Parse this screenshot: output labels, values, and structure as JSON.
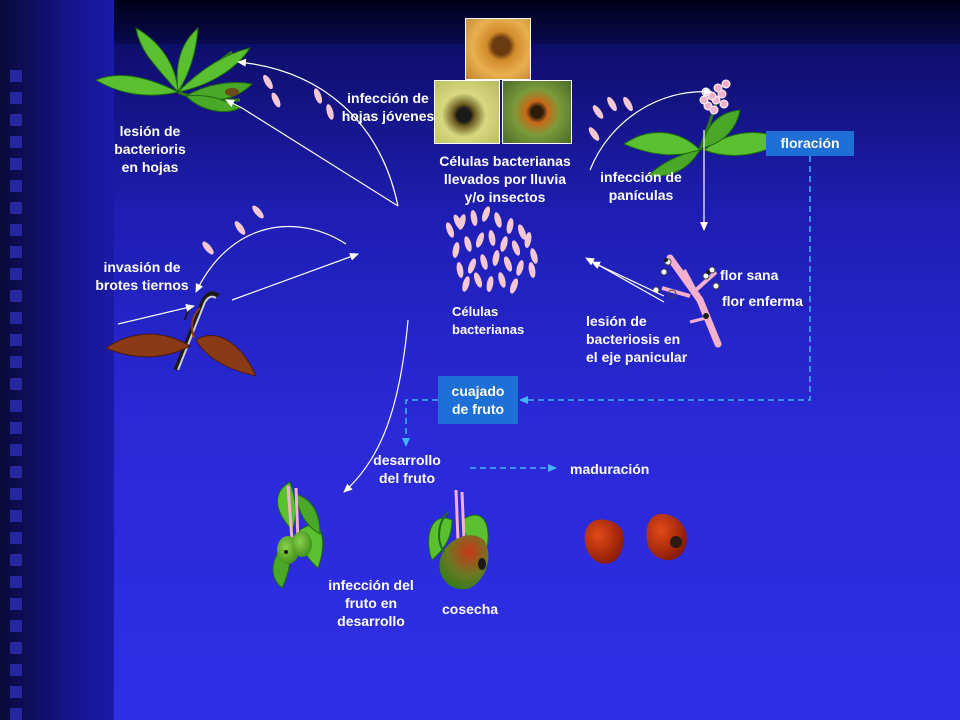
{
  "labels": {
    "leaf_injury": [
      "lesión de",
      "bacterioris",
      "en hojas"
    ],
    "young_leaves": [
      "infección de",
      "hojas jóvenes"
    ],
    "carried": [
      "Células bacterianas",
      "llevados por lluvia",
      "y/o insectos"
    ],
    "panicle_infection": [
      "infección de",
      "panículas"
    ],
    "shoot_invasion": [
      "invasión de",
      "brotes tiernos"
    ],
    "cells": [
      "Células",
      "bacterianas"
    ],
    "healthy_flower": "flor sana",
    "diseased_flower": "flor enferma",
    "axis_injury": [
      "lesión de",
      "bacteriosis en",
      "el eje panicular"
    ],
    "fruit_dev": [
      "desarrollo",
      "del fruto"
    ],
    "ripening": "maduración",
    "dev_fruit_infection": [
      "infección del",
      "fruto en",
      "desarrollo"
    ],
    "harvest": "cosecha"
  },
  "boxes": {
    "flowering": "floración",
    "fruit_set": [
      "cuajado",
      "de fruto"
    ]
  },
  "colors": {
    "background": "#2a2ad8",
    "box": "#1e6fd6",
    "dashed_line": "#3fb6ff",
    "bacteria": "#f6c8d6",
    "leaf_green": "#44b02c",
    "fruit_red": "#c42c08"
  }
}
